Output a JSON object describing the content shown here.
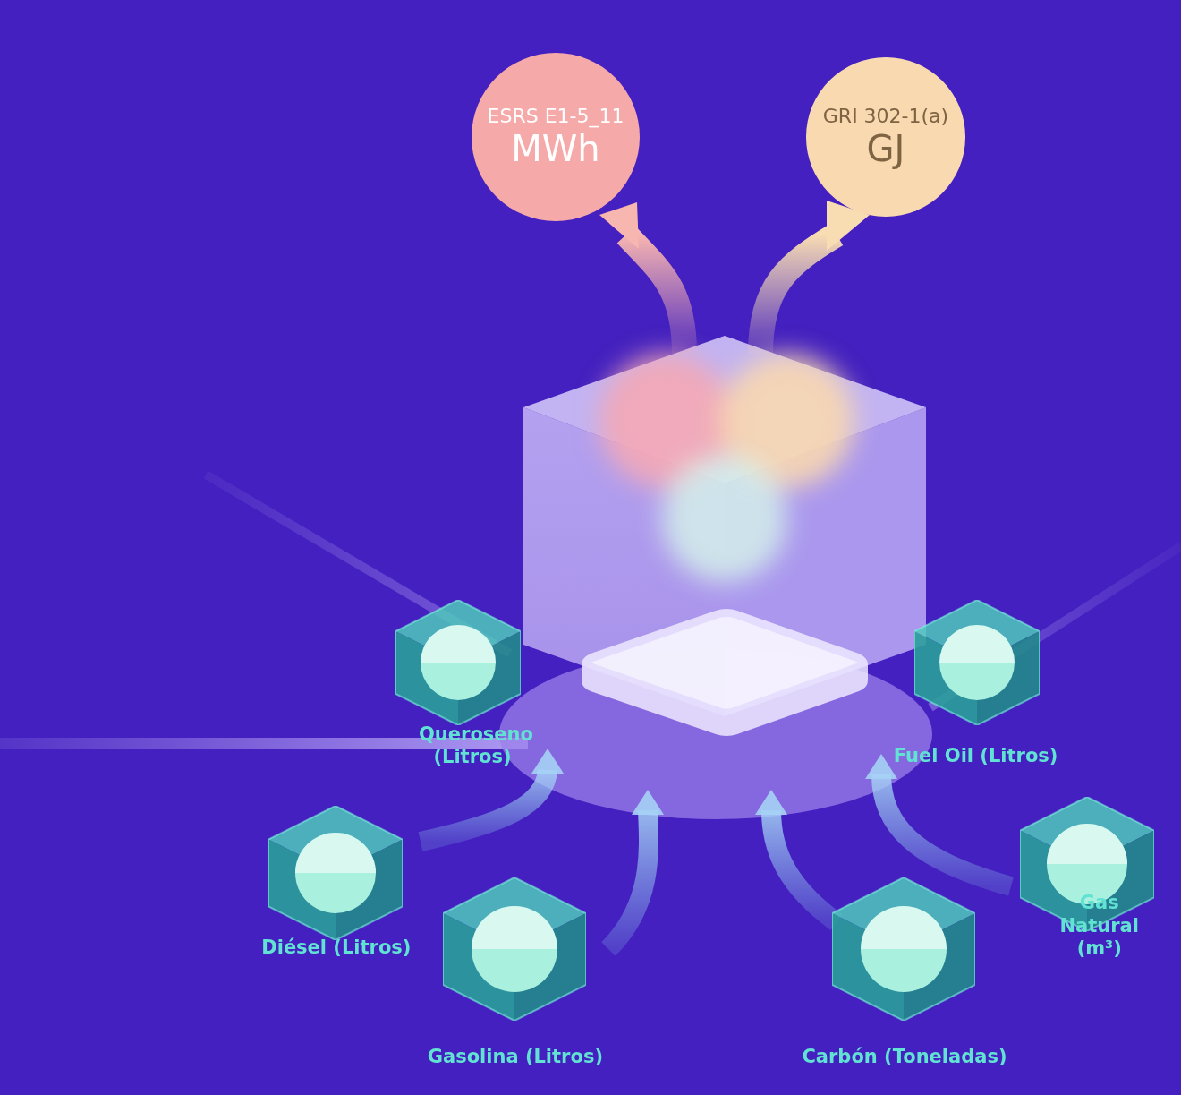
{
  "diagram": {
    "nodes": [
      {
        "text": [
          "ESRS E1-5_11",
          "MWh"
        ]
      },
      {
        "text": [
          "GRI 302-1(a)",
          "GJ"
        ]
      },
      {
        "text": [
          "Queroseno (Litros)"
        ]
      },
      {
        "text": [
          "Fuel Oil (Litros)"
        ]
      },
      {
        "text": [
          "Diésel (Litros)"
        ]
      },
      {
        "text": [
          "Gas Natural (m³)"
        ]
      },
      {
        "text": [
          "Gasolina (Litros)"
        ]
      },
      {
        "text": [
          "Carbón (Toneladas)"
        ]
      }
    ]
  }
}
